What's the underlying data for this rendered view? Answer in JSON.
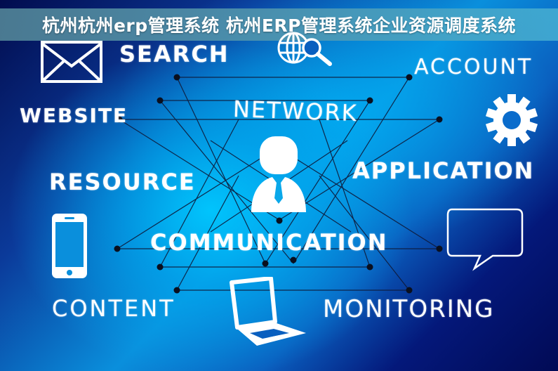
{
  "banner": {
    "title": "杭州杭州erp管理系统 杭州ERP管理系统企业资源调度系统"
  },
  "words": {
    "search": "Search",
    "account": "Account",
    "website": "Website",
    "network": "Network",
    "resource": "Resource",
    "application": "Application",
    "communication": "Communication",
    "content": "Content",
    "monitoring": "Monitoring"
  },
  "icons": {
    "envelope": "envelope-icon",
    "globe_search": "globe-search-icon",
    "gear": "gear-icon",
    "person": "person-icon",
    "smartphone": "smartphone-icon",
    "speech_bubble": "speech-bubble-icon",
    "laptop": "laptop-icon"
  },
  "colors": {
    "deep_navy": "#020c4e",
    "bright_cyan": "#0ab4f0",
    "node_dot": "#0a0f1e",
    "line": "#0f1a3a",
    "banner_bg": "#5a96ab",
    "text": "#ffffff"
  }
}
